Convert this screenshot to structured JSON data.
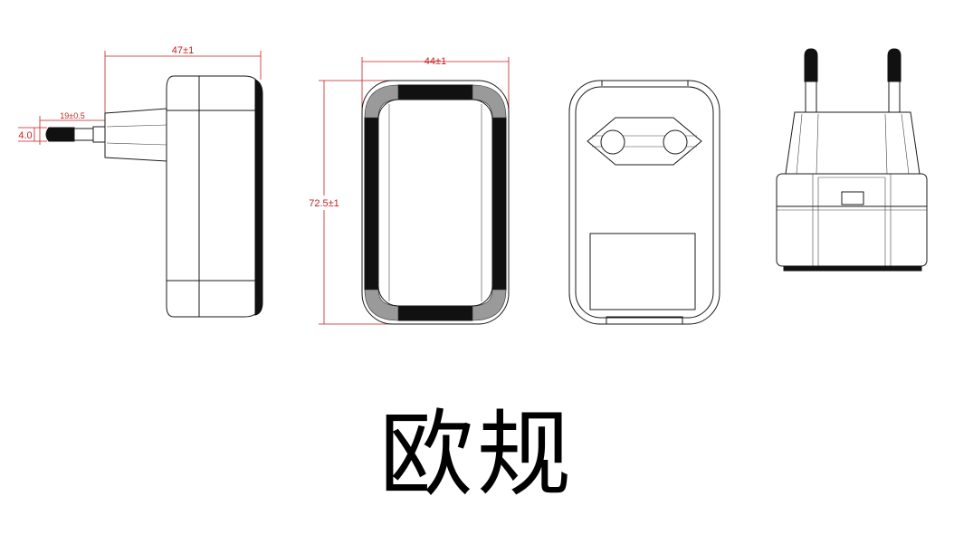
{
  "caption": "欧规",
  "dimensions": {
    "side_width": "47±1",
    "pin_length": "19±0.5",
    "pin_diameter": "4.0",
    "front_width": "44±1",
    "front_height": "72.5±1"
  },
  "colors": {
    "dimension": "#c81e1e",
    "outline": "#1a1a1a"
  }
}
